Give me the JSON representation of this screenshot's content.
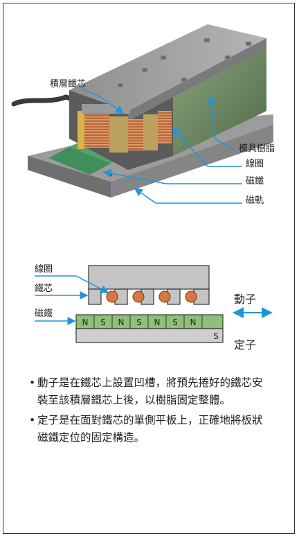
{
  "figure_top": {
    "labels": {
      "laminated_core": "積層鐵芯",
      "resin": "模具樹脂",
      "coil": "線圈",
      "magnet": "磁鐵",
      "rail": "磁軌"
    }
  },
  "figure_bottom": {
    "labels": {
      "coil": "線圈",
      "core": "鐵芯",
      "magnet": "磁鐵",
      "mover": "動子",
      "stator": "定子"
    },
    "magnet_poles": [
      "N",
      "S",
      "N",
      "S",
      "N",
      "S",
      "N"
    ],
    "stator_pole": "S"
  },
  "bullets": [
    "動子是在鐵芯上設置凹槽，將預先捲好的鐵芯安裝至該積層鐵芯上後，以樹脂固定整體。",
    "定子是在面對鐵芯的單側平板上，正確地將板狀磁鐵定位的固定構造。"
  ],
  "colors": {
    "arrow": "#1e96d8",
    "magnet_green": "#8fc07a",
    "copper": "#c87442",
    "housing": "#b8b8b8"
  }
}
